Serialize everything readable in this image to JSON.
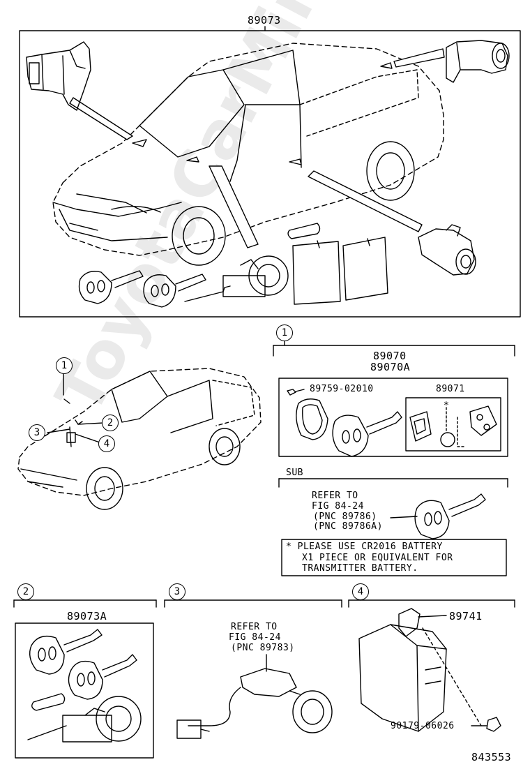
{
  "watermark": "ToyotaCarMine.ru",
  "top": {
    "part_no": "89073"
  },
  "callouts": {
    "c1": "1",
    "c2": "2",
    "c3": "3",
    "c4": "4"
  },
  "section1": {
    "marker": "1",
    "line1": "89070",
    "line2": "89070A",
    "screw_part": "89759-02010",
    "transmitter_part": "89071",
    "battery_mark": "*"
  },
  "sub": {
    "label": "SUB",
    "refer1": "REFER TO",
    "refer2": "FIG 84-24",
    "refer3": "(PNC 89786)",
    "refer4": "(PNC 89786A)"
  },
  "note": {
    "line1": "* PLEASE USE CR2016 BATTERY",
    "line2": "X1 PIECE OR EQUIVALENT FOR",
    "line3": "TRANSMITTER BATTERY."
  },
  "section2": {
    "marker": "2",
    "part_no": "89073A"
  },
  "section3": {
    "marker": "3",
    "refer1": "REFER TO",
    "refer2": "FIG 84-24",
    "refer3": "(PNC 89783)"
  },
  "section4": {
    "marker": "4",
    "part_no": "89741",
    "clip_part": "90179-06026"
  },
  "diagram_id": "843553"
}
